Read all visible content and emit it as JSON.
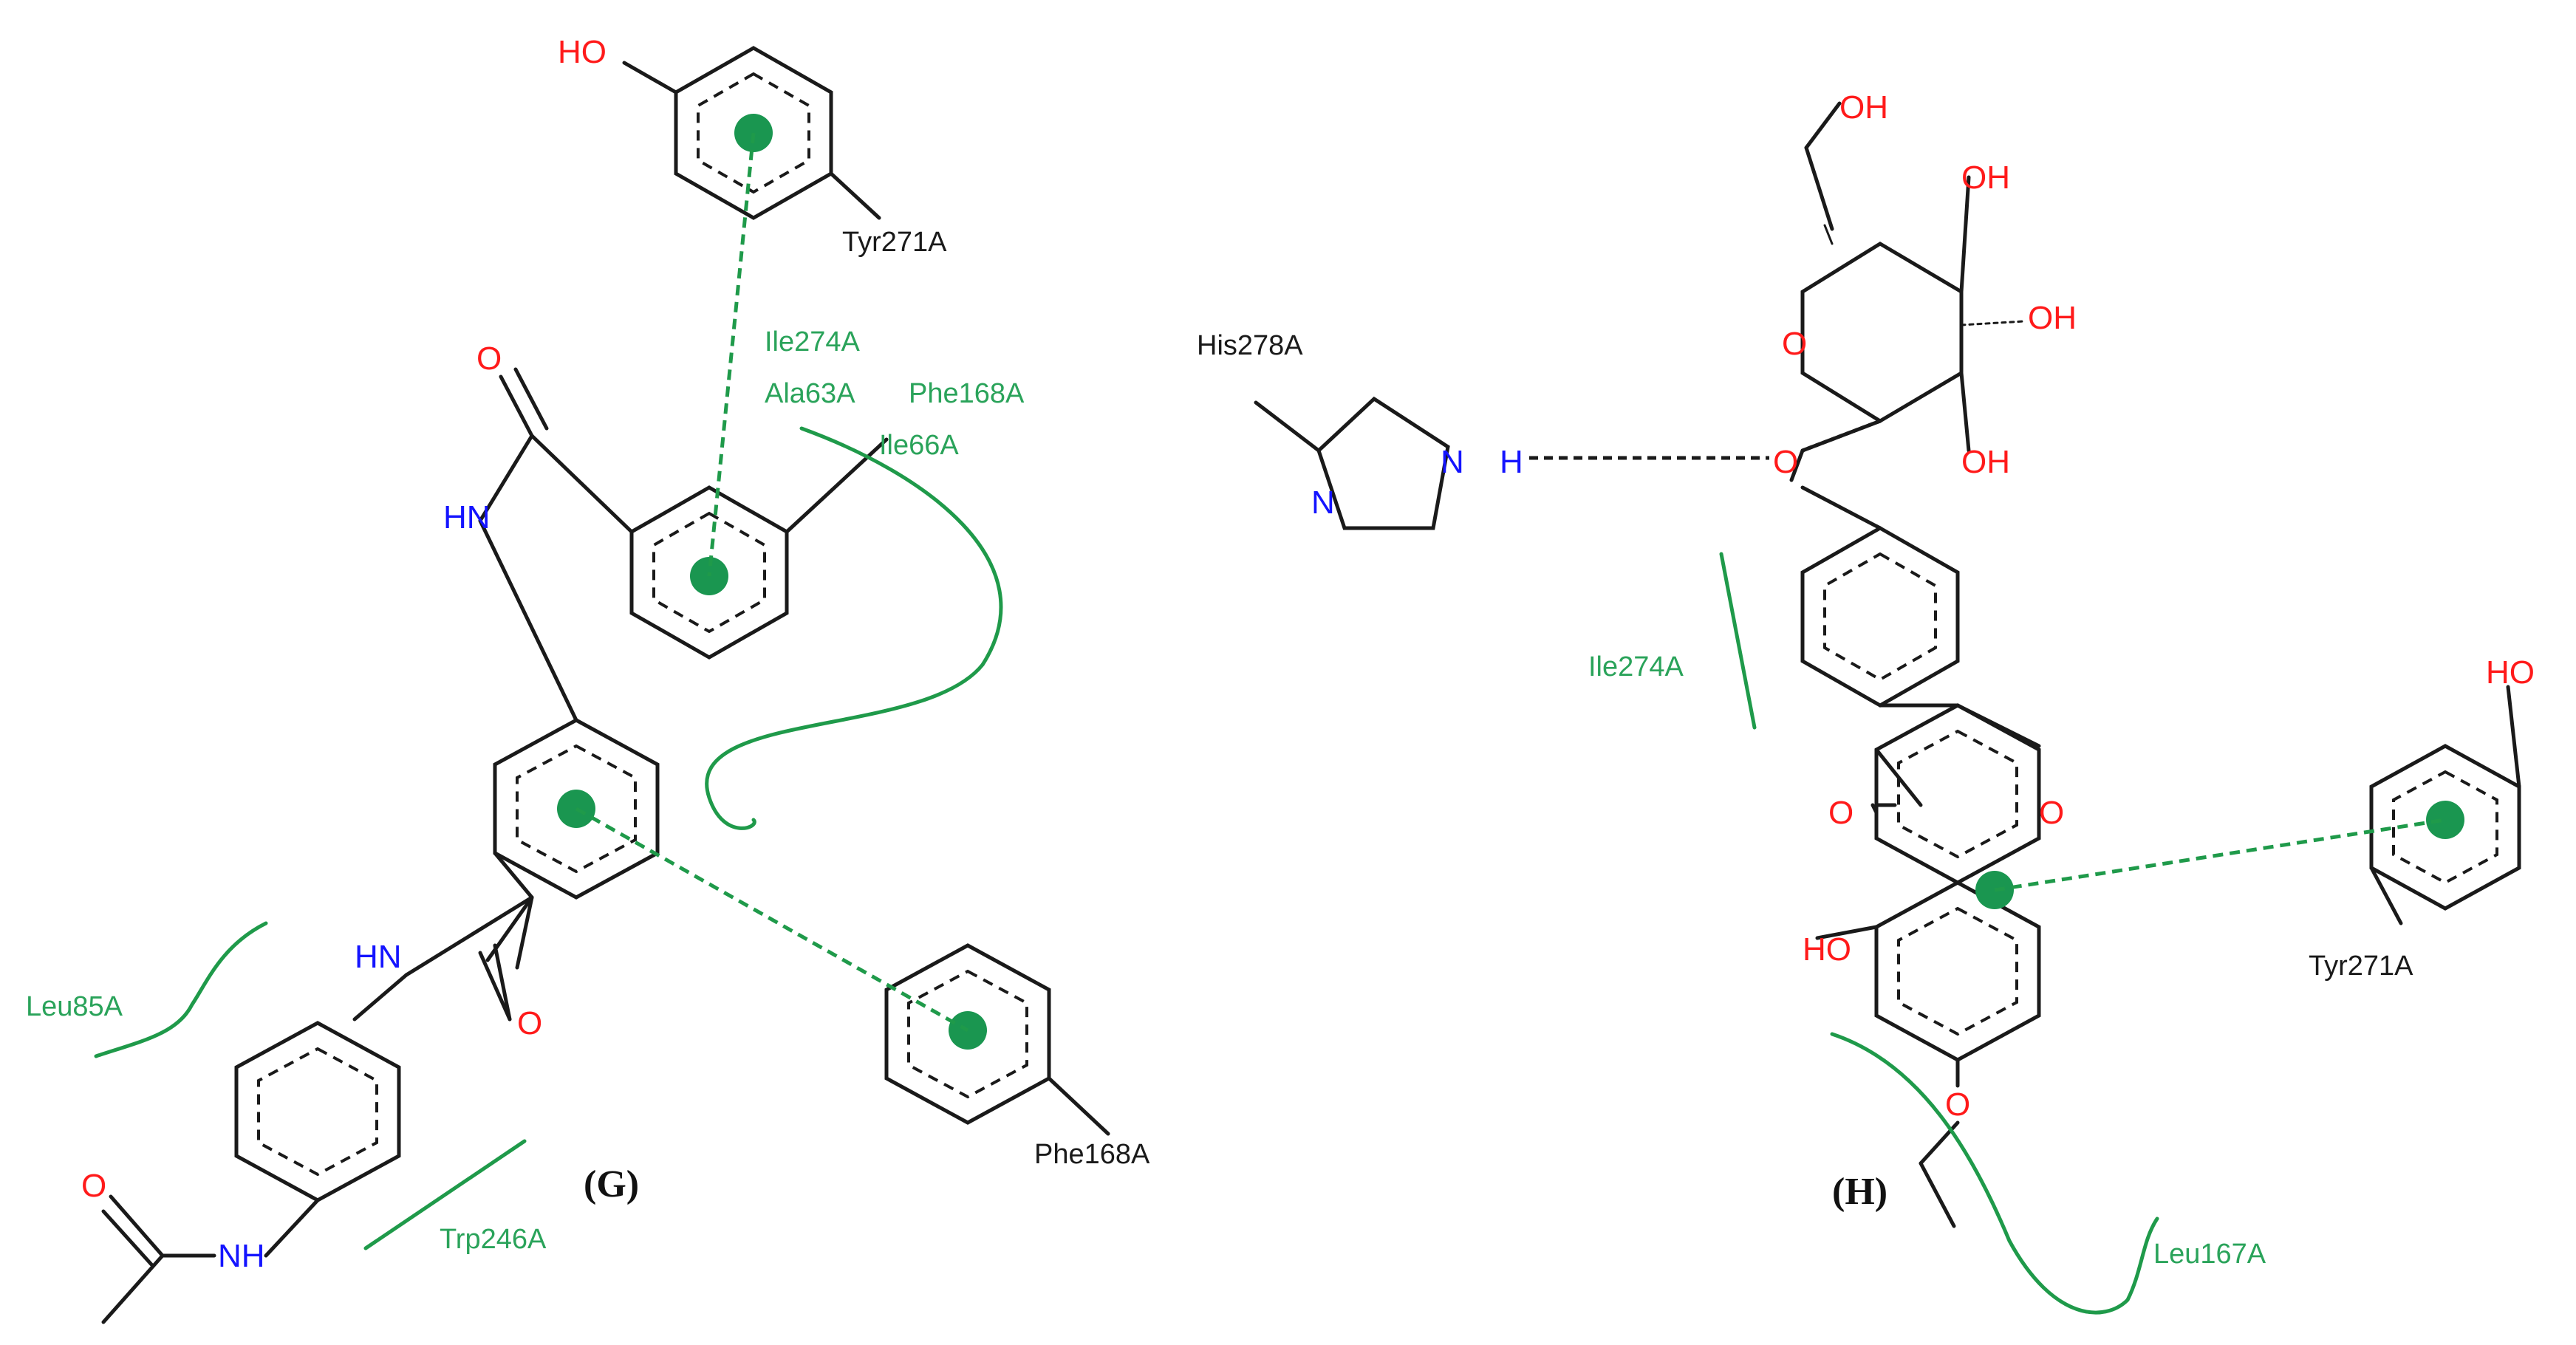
{
  "panels": {
    "g": {
      "label": "(G)",
      "residues": {
        "tyr271": "Tyr271A",
        "ile274": "Ile274A",
        "ala63": "Ala63A",
        "phe168_top": "Phe168A",
        "ile66": "Ile66A",
        "leu85": "Leu85A",
        "trp246": "Trp246A",
        "phe168_ring": "Phe168A"
      },
      "atoms": {
        "ho": "HO",
        "o_top": "O",
        "hn_top": "HN",
        "hn_mid": "HN",
        "o_mid": "O",
        "o_bottom": "O",
        "nh_bottom": "NH"
      }
    },
    "h": {
      "label": "(H)",
      "residues": {
        "his278": "His278A",
        "ile274": "Ile274A",
        "tyr271": "Tyr271A",
        "leu167": "Leu167A"
      },
      "atoms": {
        "oh_ch2": "OH",
        "oh_1": "OH",
        "oh_2": "OH",
        "oh_3": "OH",
        "o_ring": "O",
        "o_link": "O",
        "n_his": "N",
        "nh_his": "N",
        "h_his": "H",
        "o_ketone": "O",
        "o_chromone": "O",
        "ho_flav": "HO",
        "o_ether": "O",
        "ho_tyr": "HO"
      }
    }
  },
  "colors": {
    "bond": "#1a1a1a",
    "oxygen": "#ff1a1a",
    "nitrogen": "#1414ff",
    "hydrophobic": "#1f9a4a",
    "pi_center": "#1a9650"
  }
}
